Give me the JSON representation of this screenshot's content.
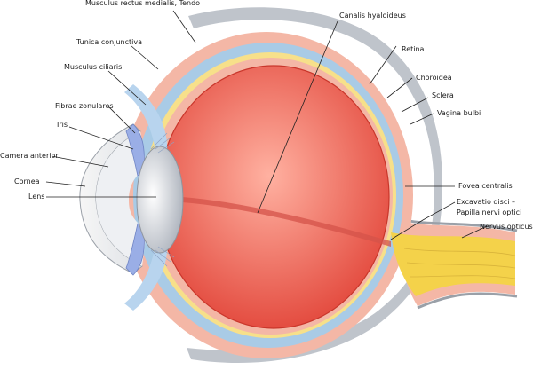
{
  "figure": {
    "colors": {
      "sclera": "#f4b7a6",
      "choroid": "#a9cbe6",
      "retina": "#f7e08a",
      "vitreous": "#e2463a",
      "vitreous_light": "#ffb1a1",
      "nerve": "#f4d24a",
      "lens": "#c8cdd6",
      "iris": "#9aaee6",
      "cornea": "#eef0f3",
      "sheath": "#bfc4cb",
      "ciliary": "#b8d4ee"
    },
    "labels": {
      "musculus_rectus": "Musculus rectus medialis, Tendo",
      "tunica_conjunctiva": "Tunica conjunctiva",
      "musculus_ciliaris": "Musculus ciliaris",
      "fibrae_zonulares": "Fibrae zonulares",
      "iris": "Iris",
      "camera_anterior": "Camera anterior",
      "cornea": "Cornea",
      "lens": "Lens",
      "canalis_hyaloideus": "Canalis hyaloideus",
      "retina": "Retina",
      "choroidea": "Choroidea",
      "sclera": "Sclera",
      "vagina_bulbi": "Vagina bulbi",
      "fovea_centralis": "Fovea centralis",
      "excavatio_line1": "Excavatio disci –",
      "excavatio_line2": "Papilla nervi optici",
      "nervus_opticus": "Nervus opticus"
    }
  }
}
